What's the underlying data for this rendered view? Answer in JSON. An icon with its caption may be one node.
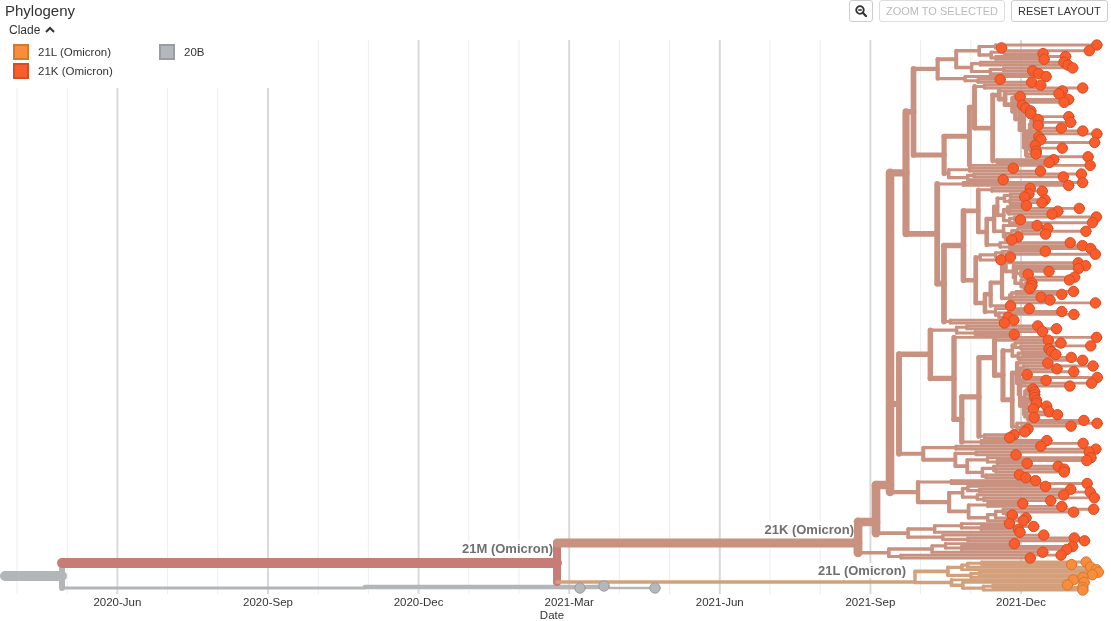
{
  "diagram": {
    "title": "Phylogeny",
    "labels": [
      "ZOOM TO SELECTED",
      "RESET LAYOUT",
      "Clade",
      "21M (Omicron)",
      "21K (Omicron)",
      "21L (Omicron)",
      "2020-Jun",
      "2020-Sep",
      "2020-Dec",
      "2021-Mar",
      "2021-Jun",
      "2021-Sep",
      "2021-Dec",
      "Date"
    ],
    "legend": [
      {
        "text": "21L (Omicron)",
        "color": "#f98d3b"
      },
      {
        "text": "21K (Omicron)",
        "color": "#fa5c2c"
      },
      {
        "text": "20B",
        "color": "#b4b8bd"
      }
    ]
  }
}
